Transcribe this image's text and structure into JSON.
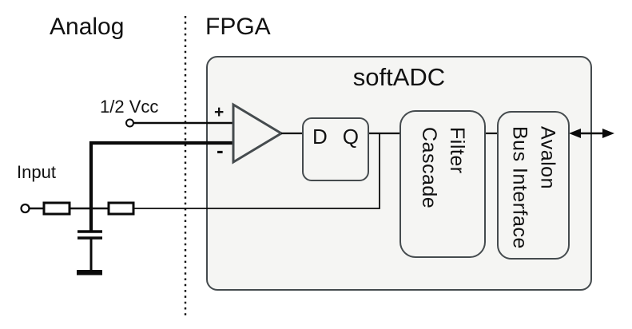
{
  "regions": {
    "analog_label": "Analog",
    "fpga_label": "FPGA"
  },
  "analog": {
    "vcc_label": "1/2 Vcc",
    "input_label": "Input"
  },
  "softadc": {
    "title": "softADC",
    "comparator": {
      "plus_label": "+",
      "minus_label": "-"
    },
    "flipflop": {
      "d_label": "D",
      "q_label": "Q"
    },
    "filter_block_label": "Filter\nCascade",
    "avalon_block_label": "Avalon\nBus Interface"
  },
  "icons": {
    "separator": "dotted-divider-line",
    "vcc_terminal": "open-circle-terminal",
    "input_terminal": "open-circle-terminal",
    "resistor_1": "resistor-box",
    "resistor_2": "resistor-box",
    "capacitor": "capacitor-parallel-plates",
    "ground": "ground-bar",
    "comparator": "comparator-triangle",
    "bus_arrow": "double-headed-arrow"
  },
  "colors": {
    "background": "#ffffff",
    "block_fill": "#f5f5f3",
    "block_border": "#454b4e",
    "wire": "#0a0a0a",
    "text": "#111111"
  }
}
